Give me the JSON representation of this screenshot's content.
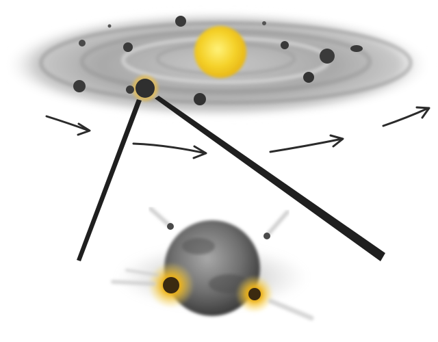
{
  "image": {
    "type": "illustration",
    "subjects": [
      "disk-shaped-dust-cloud",
      "central-yellow-sun",
      "dark-planetesimals",
      "motion-arrows",
      "zoomed-planet-impact"
    ]
  },
  "colors": {
    "background": "#ffffff",
    "cloud": "#9a9a9a",
    "sun": "#f5d22a",
    "planetesimal": "#3a3a3a",
    "arrow": "#2b2b2b",
    "impact_flash": "#f0b418",
    "planet": "#6e6e6e"
  }
}
